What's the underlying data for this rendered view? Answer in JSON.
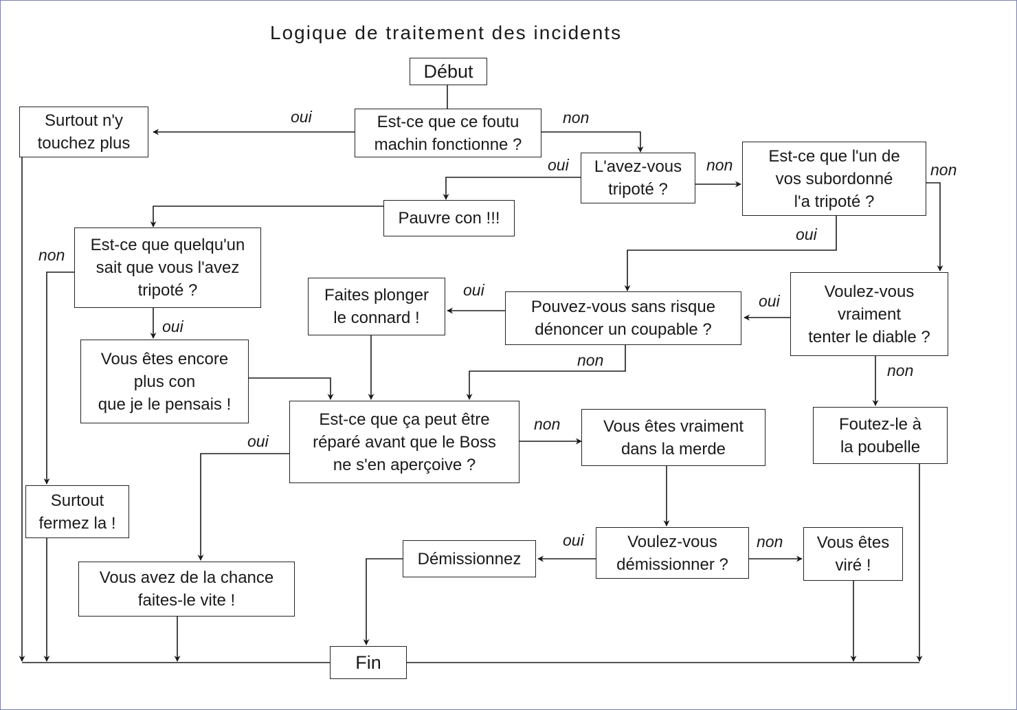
{
  "title": "Logique de traitement des incidents",
  "nodes": {
    "debut": "Début",
    "fonctionne": "Est-ce que ce foutu\nmachin fonctionne ?",
    "touchez": "Surtout n'y\ntouchez plus",
    "tripote": "L'avez-vous\ntripoté ?",
    "subordonne": "Est-ce que l'un de\nvos subordonné\nl'a tripoté ?",
    "pauvre": "Pauvre con !!!",
    "quelquun": "Est-ce que quelqu'un\nsait que vous l'avez\ntripoté ?",
    "plus_con": "Vous êtes encore\nplus con\nque je le pensais !",
    "plonger": "Faites plonger\nle connard !",
    "denoncer": "Pouvez-vous sans risque\ndénoncer un coupable ?",
    "diable": "Voulez-vous\nvraiment\ntenter le diable ?",
    "poubelle": "Foutez-le à\nla poubelle",
    "repare": "Est-ce que ça peut être\nréparé avant que le Boss\nne s'en aperçoive ?",
    "merde": "Vous êtes vraiment\ndans la merde",
    "fermez": "Surtout\nfermez la !",
    "chance": "Vous avez de la chance\nfaites-le vite !",
    "demissionnez": "Démissionnez",
    "demissionner": "Voulez-vous\ndémissionner ?",
    "vire": "Vous êtes\nviré !",
    "fin": "Fin"
  },
  "labels": {
    "oui_1": "oui",
    "non_1": "non",
    "oui_2": "oui",
    "non_2": "non",
    "non_3": "non",
    "non_4": "non",
    "oui_3": "oui",
    "oui_4": "oui",
    "oui_5": "oui",
    "oui_6": "oui",
    "non_5": "non",
    "non_6": "non",
    "oui_7": "oui",
    "non_7": "non",
    "oui_8": "oui",
    "non_8": "non"
  },
  "colors": {
    "ink": "#1a1a1a",
    "frame": "#7a7fb0"
  }
}
